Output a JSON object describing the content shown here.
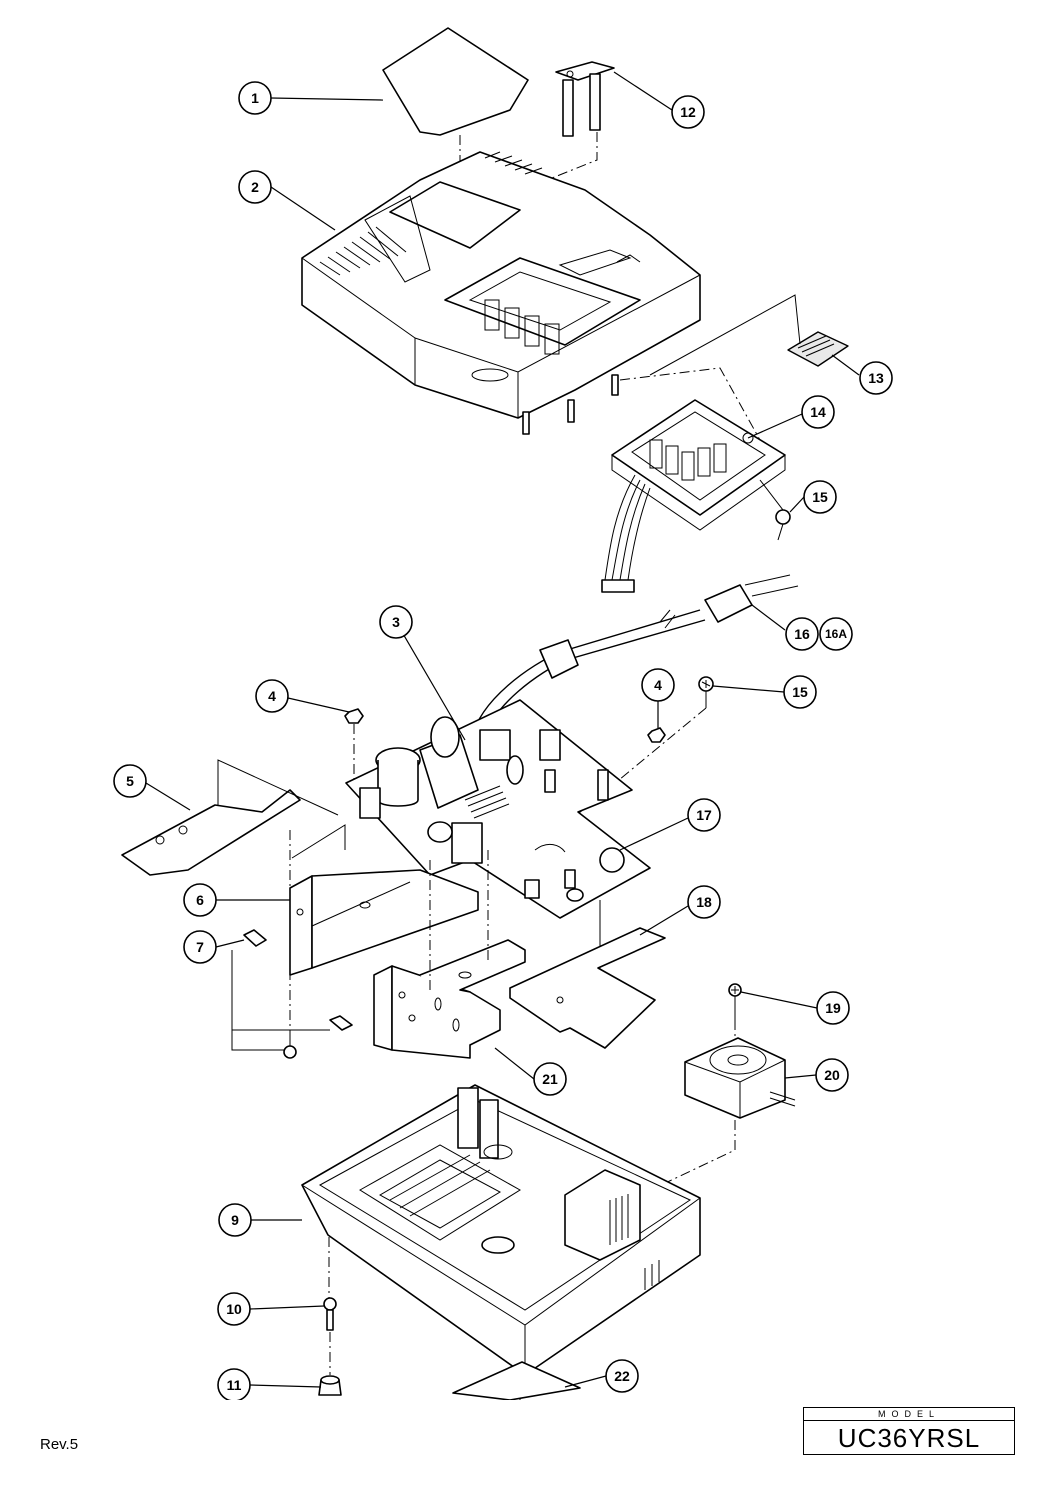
{
  "footer": {
    "revision": "Rev.5"
  },
  "model": {
    "caption": "MODEL",
    "name": "UC36YRSL"
  },
  "callouts": [
    "1",
    "2",
    "3",
    "4",
    "4",
    "5",
    "6",
    "7",
    "9",
    "10",
    "11",
    "12",
    "13",
    "14",
    "15",
    "15",
    "16",
    "16A",
    "17",
    "18",
    "19",
    "20",
    "21",
    "22"
  ]
}
